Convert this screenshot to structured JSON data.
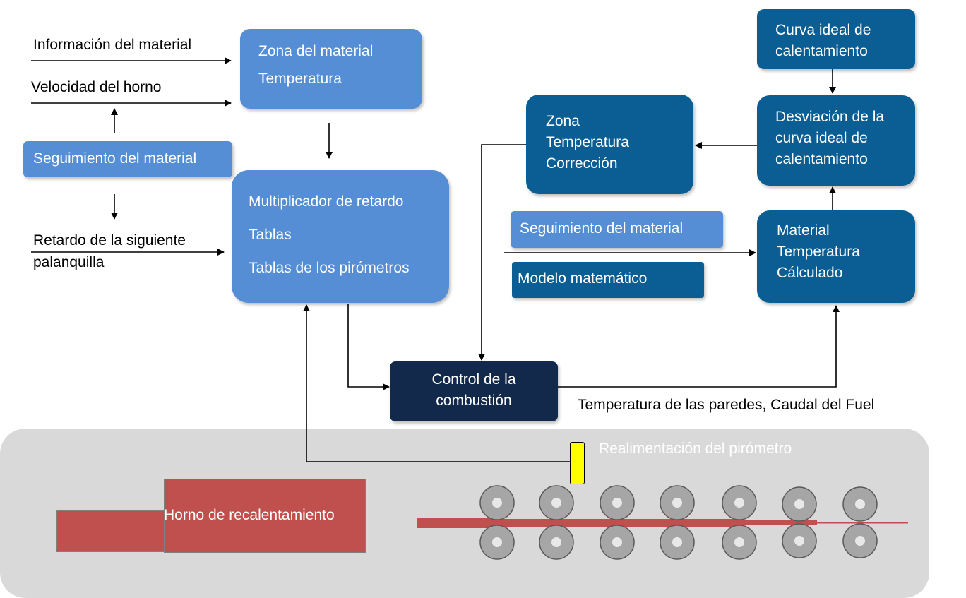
{
  "inputs": {
    "material_info": "Información del material",
    "furnace_speed": "Velocidad del horno",
    "next_billet_delay_l1": "Retardo de la siguiente",
    "next_billet_delay_l2": "palanquilla"
  },
  "boxes": {
    "tracking_left": "Seguimiento del material",
    "zone_material": {
      "line1": "Zona del material",
      "line2": "Temperatura"
    },
    "multiplier": {
      "line1": "Multiplicador de retardo",
      "line2": "Tablas",
      "line3": "Tablas de los pirómetros"
    },
    "zone_correction": {
      "line1": "Zona",
      "line2": "Temperatura",
      "line3": "Corrección"
    },
    "ideal_curve": {
      "line1": "Curva ideal de",
      "line2": "calentamiento"
    },
    "deviation": {
      "line1": "Desviación de la",
      "line2": "curva ideal de",
      "line3": "calentamiento"
    },
    "tracking_right": "Seguimiento del material",
    "math_model": "Modelo matemático",
    "material_temp": {
      "line1": "Material",
      "line2": "Temperatura",
      "line3": "Cálculado"
    },
    "combustion": {
      "line1": "Control de la",
      "line2": "combustión"
    }
  },
  "labels": {
    "wall_temp_fuel": "Temperatura de las paredes, Caudal del Fuel",
    "pyrometer_feedback": "Realimentación del pirómetro",
    "reheating_furnace": "Horno de recalentamiento"
  },
  "colors": {
    "light_blue": "#558ed5",
    "teal": "#0b5e94",
    "navy": "#13294b",
    "furnace_red": "#c0504d",
    "pyrometer_yellow": "#ffff00",
    "panel_gray": "#d9d9d9"
  }
}
